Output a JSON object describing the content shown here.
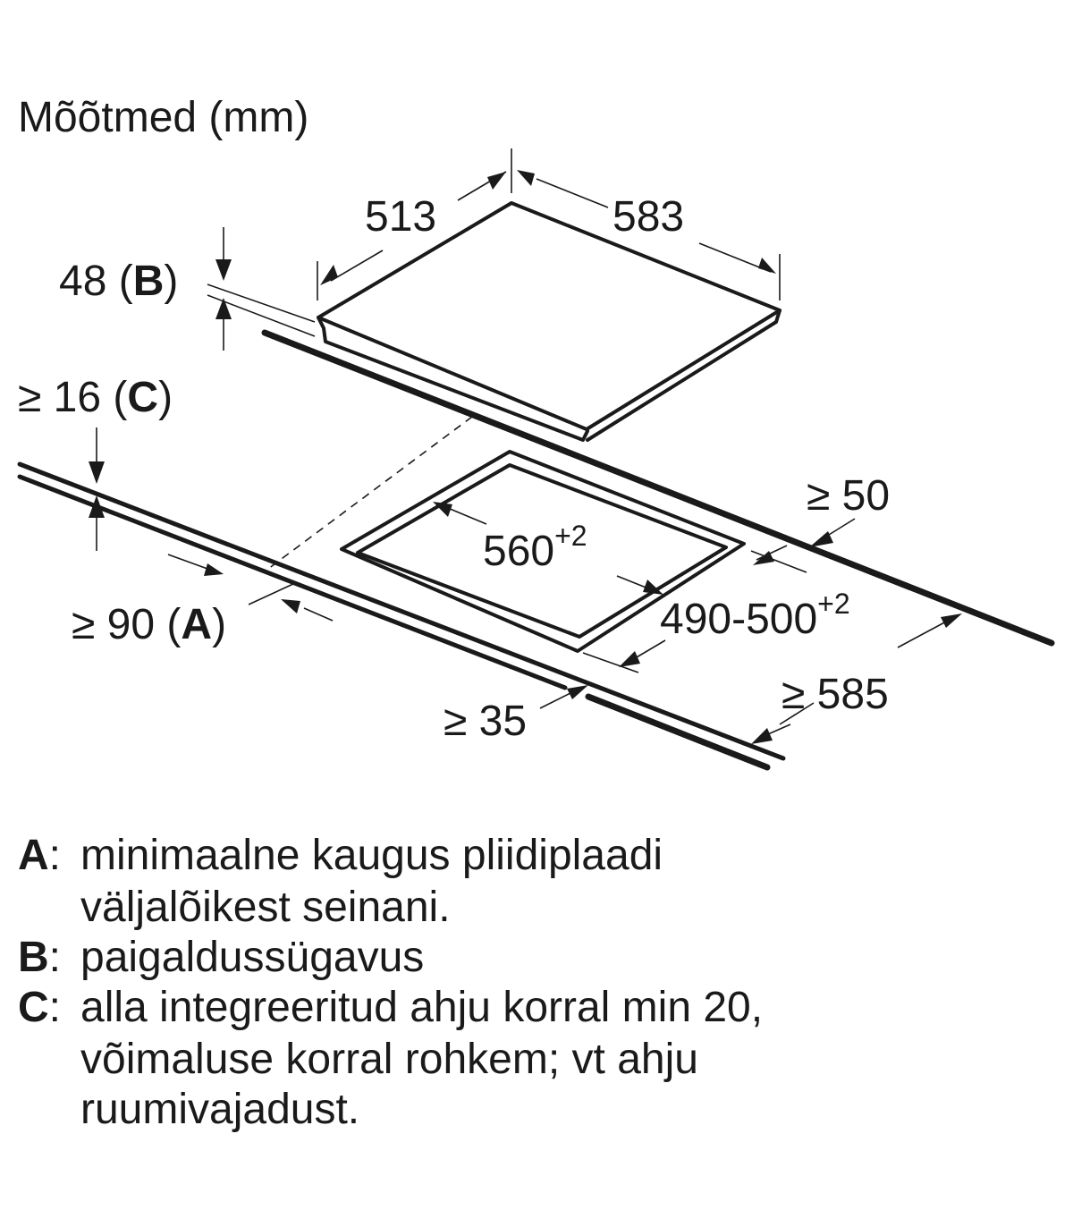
{
  "title": "Mõõtmed (mm)",
  "dimensions": {
    "depth": "513",
    "width": "583",
    "height_value": "48",
    "height_key": "B",
    "gap_value": "≥ 16",
    "gap_key": "C",
    "back_clearance": "≥ 50",
    "cutout_width": "560",
    "cutout_width_tol": "+2",
    "cutout_depth": "490-500",
    "cutout_depth_tol": "+2",
    "wall_value": "≥ 90",
    "wall_key": "A",
    "worktop_depth": "≥ 585",
    "front_edge": "≥ 35"
  },
  "legend": [
    {
      "key": "A",
      "sep": ":",
      "lines": [
        "minimaalne kaugus pliidiplaadi",
        "väljalõikest seinani."
      ]
    },
    {
      "key": "B",
      "sep": ":",
      "lines": [
        "paigaldussügavus"
      ]
    },
    {
      "key": "C",
      "sep": ":",
      "lines": [
        "alla integreeritud ahju korral min 20,",
        "võimaluse korral rohkem; vt ahju",
        "ruumivajadust."
      ]
    }
  ]
}
